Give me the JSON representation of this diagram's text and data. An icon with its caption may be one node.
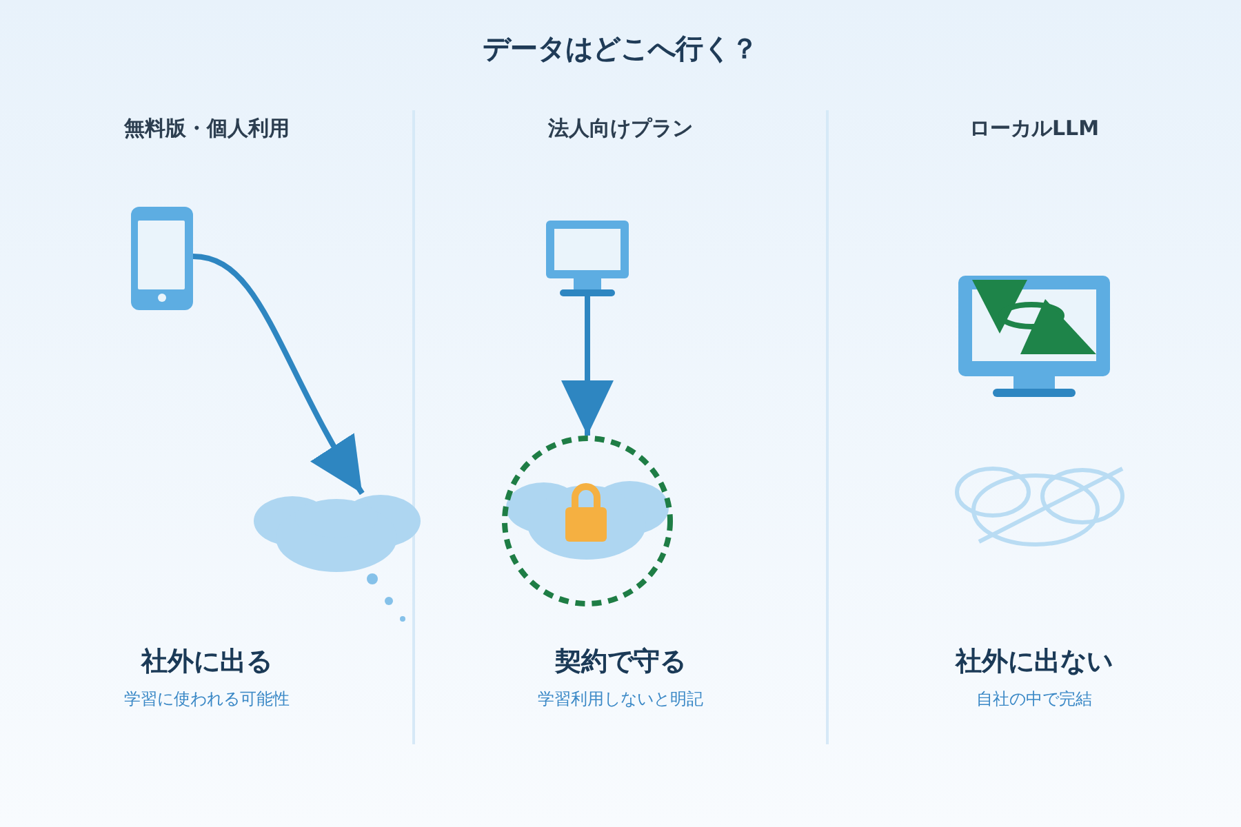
{
  "diagram": {
    "title": "データはどこへ行く？",
    "nodes": [
      {
        "text": [],
        "shape": "picture"
      },
      {
        "text": [],
        "shape": "cloud"
      },
      {
        "text": [],
        "shape": "picture"
      },
      {
        "text": [],
        "shape": "circle"
      },
      {
        "text": [],
        "shape": "cloud",
        "in": 3
      }
    ],
    "edges": [
      {
        "from": 0,
        "to": 1,
        "arrow": "to"
      },
      {
        "from": 2,
        "to": 3,
        "arrow": "to"
      }
    ],
    "labels": [
      "無料版・個人利用",
      "法人向けプラン",
      "ローカルLLM",
      "社外に出る",
      "学習に使われる可能性",
      "契約で守る",
      "学習利用しないと明記",
      "社外に出ない",
      "自社の中で完結"
    ]
  }
}
